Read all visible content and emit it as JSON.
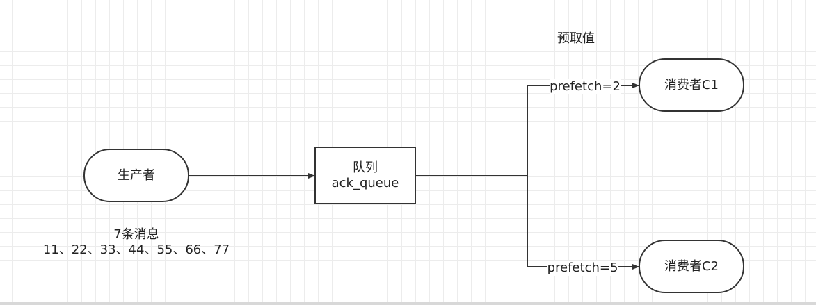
{
  "diagram": {
    "producer": {
      "label": "生产者"
    },
    "queue": {
      "line1": "队列",
      "line2": "ack_queue"
    },
    "consumer1": {
      "label": "消费者C1"
    },
    "consumer2": {
      "label": "消费者C2"
    },
    "prefetch_title": "预取值",
    "edge_c1_label": "prefetch=2",
    "edge_c2_label": "prefetch=5",
    "messages": {
      "title": "7条消息",
      "list": "11、22、33、44、55、66、77"
    },
    "colors": {
      "stroke": "#333333",
      "text": "#222222",
      "grid": "#ececec"
    }
  }
}
